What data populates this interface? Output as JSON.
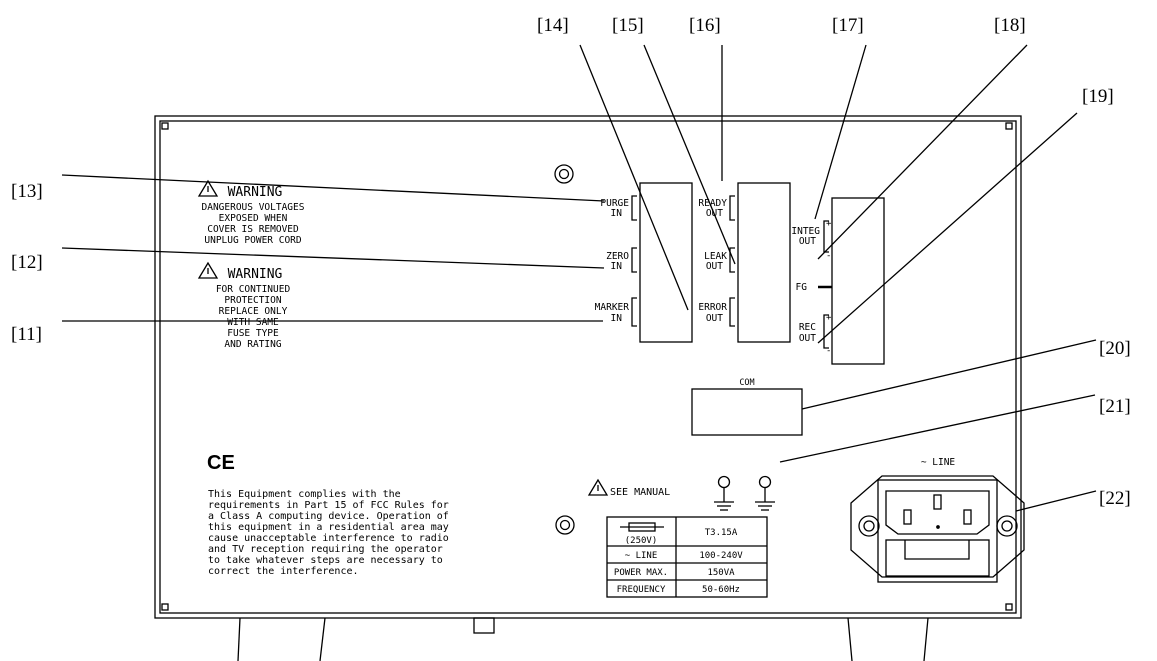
{
  "callouts": [
    {
      "id": "13",
      "label": "[13]"
    },
    {
      "id": "12",
      "label": "[12]"
    },
    {
      "id": "11",
      "label": "[11]"
    },
    {
      "id": "14",
      "label": "[14]"
    },
    {
      "id": "15",
      "label": "[15]"
    },
    {
      "id": "16",
      "label": "[16]"
    },
    {
      "id": "17",
      "label": "[17]"
    },
    {
      "id": "18",
      "label": "[18]"
    },
    {
      "id": "19",
      "label": "[19]"
    },
    {
      "id": "20",
      "label": "[20]"
    },
    {
      "id": "21",
      "label": "[21]"
    },
    {
      "id": "22",
      "label": "[22]"
    }
  ],
  "warning1": {
    "title": "WARNING",
    "lines": [
      "DANGEROUS VOLTAGES",
      "EXPOSED WHEN",
      "COVER IS REMOVED",
      "UNPLUG POWER CORD"
    ]
  },
  "warning2": {
    "title": "WARNING",
    "lines": [
      "FOR CONTINUED",
      "PROTECTION",
      "REPLACE ONLY",
      "WITH SAME",
      "FUSE TYPE",
      "AND RATING"
    ]
  },
  "inputs": {
    "purge": [
      "PURGE",
      "IN"
    ],
    "zero": [
      "ZERO",
      "IN"
    ],
    "marker": [
      "MARKER",
      "IN"
    ]
  },
  "outputs": {
    "ready": [
      "READY",
      "OUT"
    ],
    "leak": [
      "LEAK",
      "OUT"
    ],
    "error": [
      "ERROR",
      "OUT"
    ]
  },
  "analog": {
    "integ": [
      "INTEG",
      "OUT"
    ],
    "fg": "FG",
    "rec": [
      "REC",
      "OUT"
    ],
    "plus": "+",
    "minus": "-"
  },
  "com_label": "COM",
  "line_label": "~ LINE",
  "ce_mark": "CE",
  "fcc_lines": [
    "This Equipment complies with the",
    "requirements in Part 15 of FCC Rules for",
    "a Class A computing device. Operation of",
    "this equipment in a residential area may",
    "cause unacceptable interference to radio",
    "and TV reception requiring the operator",
    "to take whatever steps are necessary to",
    "correct the interference."
  ],
  "see_manual": "SEE MANUAL",
  "rating_table": [
    [
      "(250V)",
      "T3.15A"
    ],
    [
      "~ LINE",
      "100-240V"
    ],
    [
      "POWER MAX.",
      "150VA"
    ],
    [
      "FREQUENCY",
      "50-60Hz"
    ]
  ]
}
